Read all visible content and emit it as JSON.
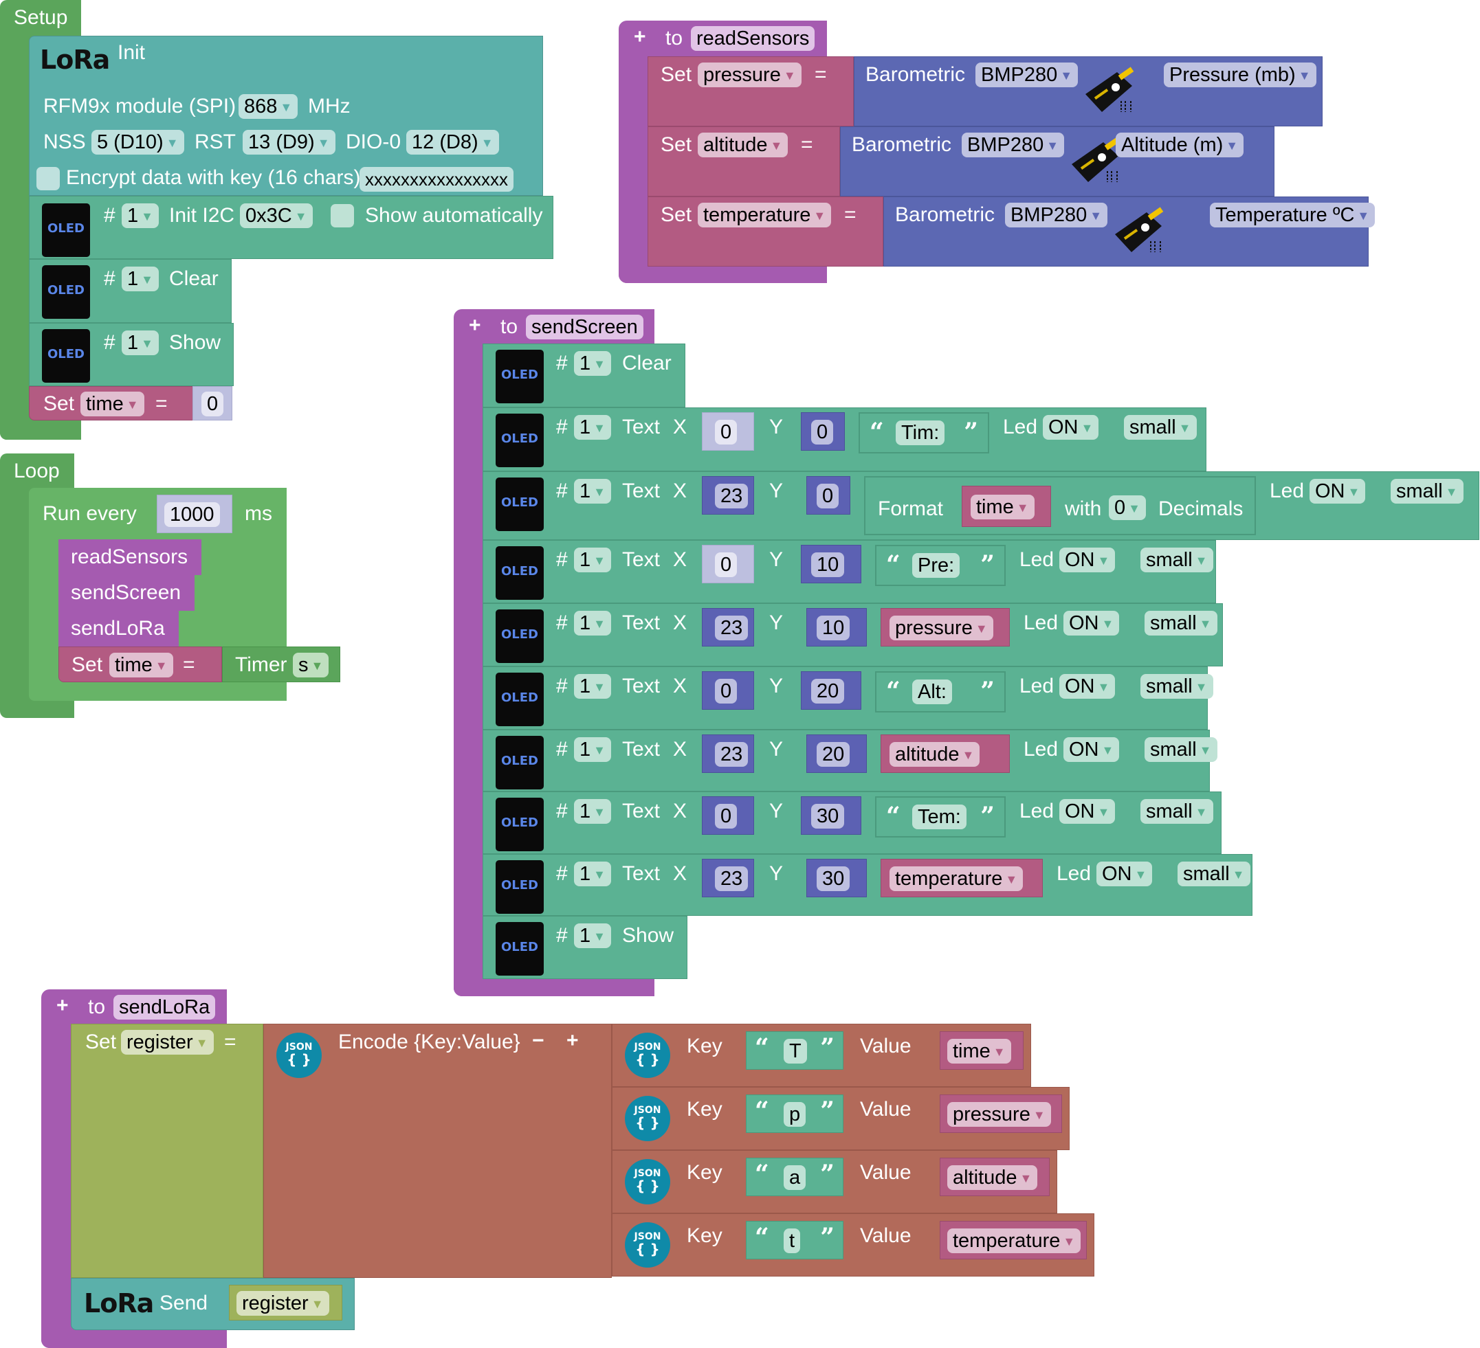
{
  "setup": {
    "hat_label": "Setup",
    "lora_init": {
      "title": "Init",
      "module_label": "RFM9x module (SPI)",
      "frequency": "868",
      "frequency_unit": "MHz",
      "nss_label": "NSS",
      "nss_value": "5 (D10)",
      "rst_label": "RST",
      "rst_value": "13 (D9)",
      "dio_label": "DIO-0",
      "dio_value": "12 (D8)",
      "encrypt_label": "Encrypt data with key (16 chars)",
      "encrypt_checked": false,
      "encrypt_key": "xxxxxxxxxxxxxxxx"
    },
    "oled_init": {
      "hash": "#",
      "display": "1",
      "label": "Init I2C",
      "address": "0x3C",
      "show_auto_label": "Show automatically",
      "show_auto_checked": false
    },
    "oled_clear": {
      "hash": "#",
      "display": "1",
      "label": "Clear"
    },
    "oled_show": {
      "hash": "#",
      "display": "1",
      "label": "Show"
    },
    "set_time": {
      "set": "Set",
      "var": "time",
      "eq": "=",
      "value": "0"
    }
  },
  "loop": {
    "hat_label": "Loop",
    "run_every_label": "Run every",
    "interval": "1000",
    "unit": "ms",
    "calls": [
      "readSensors",
      "sendScreen",
      "sendLoRa"
    ],
    "set_time": {
      "set": "Set",
      "var": "time",
      "eq": "=",
      "timer_label": "Timer",
      "timer_unit": "s"
    }
  },
  "readSensors": {
    "plus": "+",
    "to": "to",
    "name": "readSensors",
    "rows": [
      {
        "set": "Set",
        "var": "pressure",
        "eq": "=",
        "sensor_label": "Barometric",
        "sensor": "BMP280",
        "measure": "Pressure (mb)"
      },
      {
        "set": "Set",
        "var": "altitude",
        "eq": "=",
        "sensor_label": "Barometric",
        "sensor": "BMP280",
        "measure": "Altitude (m)"
      },
      {
        "set": "Set",
        "var": "temperature",
        "eq": "=",
        "sensor_label": "Barometric",
        "sensor": "BMP280",
        "measure": "Temperature ºC"
      }
    ]
  },
  "sendScreen": {
    "plus": "+",
    "to": "to",
    "name": "sendScreen",
    "clear": {
      "hash": "#",
      "display": "1",
      "label": "Clear"
    },
    "common": {
      "hash": "#",
      "display": "1",
      "text_label": "Text",
      "x_label": "X",
      "y_label": "Y",
      "led_label": "Led",
      "led": "ON",
      "size": "small",
      "open_quote": "“",
      "close_quote": "”"
    },
    "rows": [
      {
        "x": "0",
        "y": "0",
        "kind": "string",
        "value": "Tim:"
      },
      {
        "x": "23",
        "y": "0",
        "kind": "format",
        "format_label": "Format",
        "var": "time",
        "with_label": "with",
        "decimals": "0",
        "decimals_label": "Decimals"
      },
      {
        "x": "0",
        "y": "10",
        "kind": "string",
        "value": "Pre:"
      },
      {
        "x": "23",
        "y": "10",
        "kind": "var",
        "value": "pressure"
      },
      {
        "x": "0",
        "y": "20",
        "kind": "string",
        "value": "Alt:"
      },
      {
        "x": "23",
        "y": "20",
        "kind": "var",
        "value": "altitude"
      },
      {
        "x": "0",
        "y": "30",
        "kind": "string",
        "value": "Tem:"
      },
      {
        "x": "23",
        "y": "30",
        "kind": "var",
        "value": "temperature"
      }
    ],
    "show": {
      "hash": "#",
      "display": "1",
      "label": "Show"
    }
  },
  "sendLoRa": {
    "plus": "+",
    "to": "to",
    "name": "sendLoRa",
    "set": "Set",
    "var": "register",
    "eq": "=",
    "encode_label": "Encode {Key:Value}",
    "minus": "−",
    "add": "+",
    "json_icon_text": "JSON",
    "json_icon_braces": "{ }",
    "pairs": [
      {
        "key_label": "Key",
        "key": "T",
        "value_label": "Value",
        "value": "time"
      },
      {
        "key_label": "Key",
        "key": "p",
        "value_label": "Value",
        "value": "pressure"
      },
      {
        "key_label": "Key",
        "key": "a",
        "value_label": "Value",
        "value": "altitude"
      },
      {
        "key_label": "Key",
        "key": "t",
        "value_label": "Value",
        "value": "temperature"
      }
    ],
    "send_label": "Send",
    "send_var": "register",
    "lora_logo": "LoRa"
  },
  "icons": {
    "dropdown": "▼",
    "oled_text": "OLED"
  }
}
